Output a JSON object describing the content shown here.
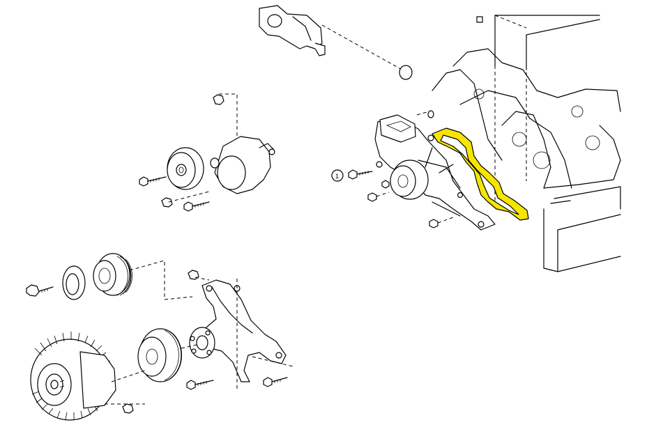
{
  "callout": {
    "number": "1"
  },
  "colors": {
    "highlight": "#f5e500",
    "line": "#000000",
    "background": "#ffffff"
  },
  "parts": [
    "water-inlet-housing",
    "o-ring",
    "idler-pulley",
    "belt-tensioner",
    "water-pump",
    "water-pump-gasket",
    "engine-block",
    "crankshaft-pulley",
    "pulley-washer",
    "fan-pulley",
    "fan-bracket",
    "fluid-coupling-fan-clutch"
  ]
}
